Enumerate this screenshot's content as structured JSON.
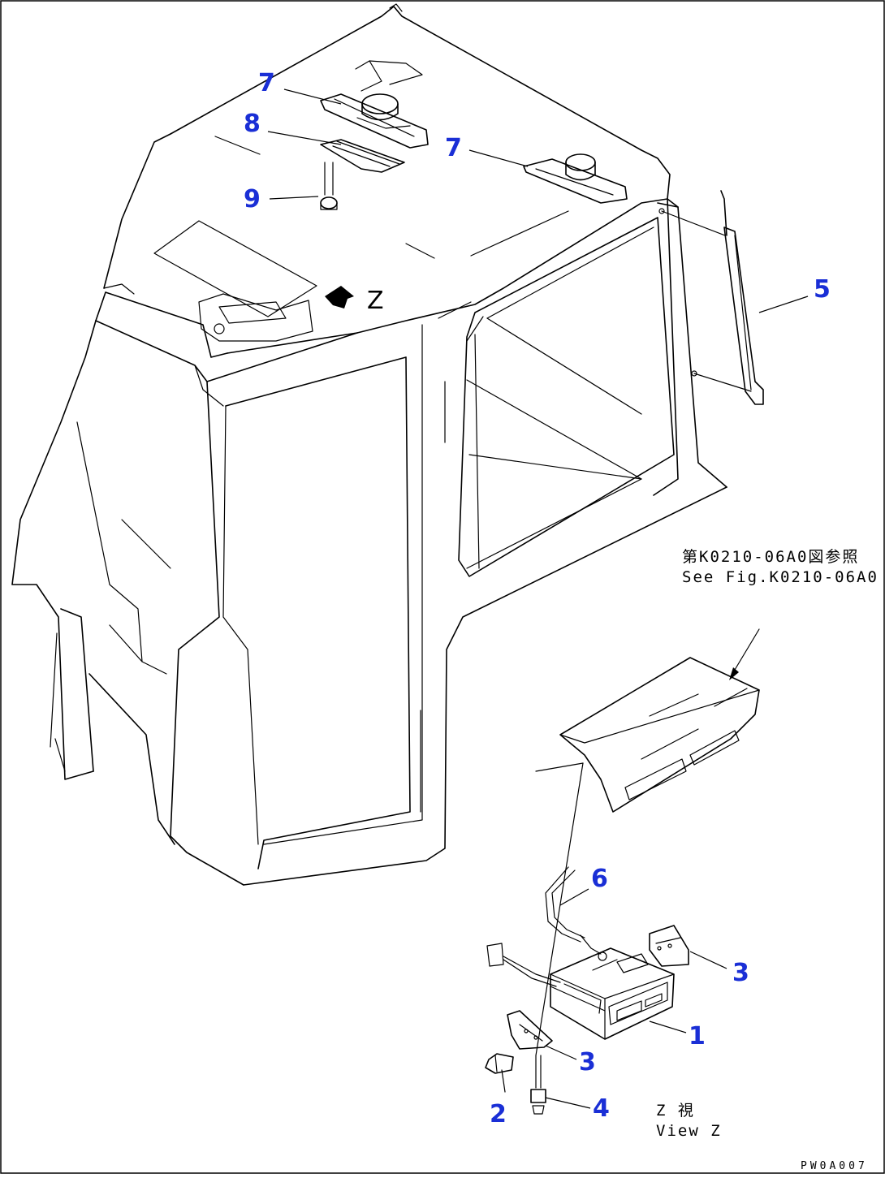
{
  "colors": {
    "callout": "#1a2fd6",
    "line": "#000000",
    "background": "#ffffff"
  },
  "callouts": [
    {
      "id": "c7a",
      "label": "7"
    },
    {
      "id": "c8",
      "label": "8"
    },
    {
      "id": "c9",
      "label": "9"
    },
    {
      "id": "c7b",
      "label": "7"
    },
    {
      "id": "c5",
      "label": "5"
    },
    {
      "id": "c6",
      "label": "6"
    },
    {
      "id": "c3a",
      "label": "3"
    },
    {
      "id": "c1",
      "label": "1"
    },
    {
      "id": "c3b",
      "label": "3"
    },
    {
      "id": "c2",
      "label": "2"
    },
    {
      "id": "c4",
      "label": "4"
    }
  ],
  "view_marker": "Z",
  "reference": {
    "line_jp": "第K0210-06A0図参照",
    "line_en": "See Fig.K0210-06A0"
  },
  "view_label": {
    "line_jp": "Z 視",
    "line_en": "View Z"
  },
  "drawing_code": "PW0A007"
}
